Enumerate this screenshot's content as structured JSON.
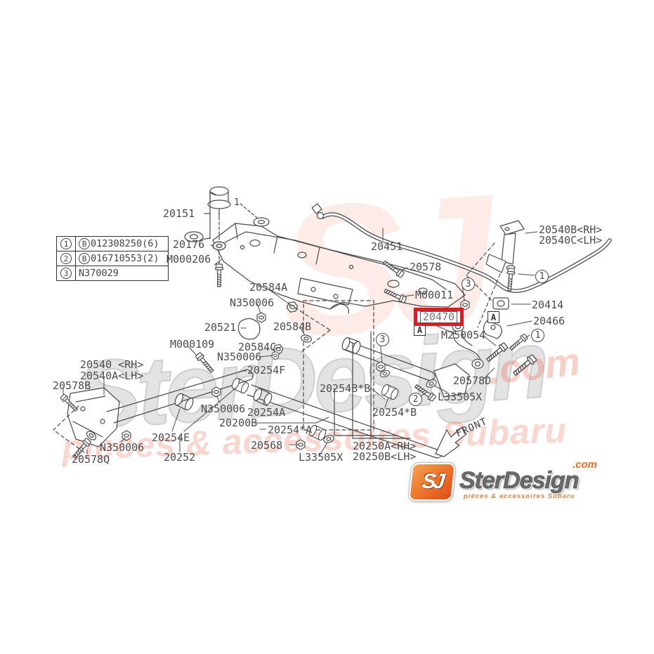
{
  "legend": {
    "rows": [
      {
        "num": "1",
        "prefix": "B",
        "code": "012308250(6)"
      },
      {
        "num": "2",
        "prefix": "B",
        "code": "016710553(2)"
      },
      {
        "num": "3",
        "prefix": "",
        "code": "N370029"
      }
    ]
  },
  "parts": [
    {
      "text": "20151"
    },
    {
      "text": "20176"
    },
    {
      "text": "M000206"
    },
    {
      "text": "20584A"
    },
    {
      "text": "N350006"
    },
    {
      "text": "20521"
    },
    {
      "text": "20584B"
    },
    {
      "text": "20584C"
    },
    {
      "text": "N350006"
    },
    {
      "text": "M000109"
    },
    {
      "text": "20254F"
    },
    {
      "text": "20540 <RH>"
    },
    {
      "text": "20540A<LH>"
    },
    {
      "text": "20578B"
    },
    {
      "text": "N350006"
    },
    {
      "text": "20254A"
    },
    {
      "text": "20200B"
    },
    {
      "text": "20254E"
    },
    {
      "text": "N350006"
    },
    {
      "text": "20578Q"
    },
    {
      "text": "20252"
    },
    {
      "text": "20254*A"
    },
    {
      "text": "20568"
    },
    {
      "text": "L33505X"
    },
    {
      "text": "20250A<RH>"
    },
    {
      "text": "20250B<LH>"
    },
    {
      "text": "20254B*B"
    },
    {
      "text": "20254*B"
    },
    {
      "text": "20578D"
    },
    {
      "text": "L33505X"
    },
    {
      "text": "M250054"
    },
    {
      "text": "M00011"
    },
    {
      "text": "20451"
    },
    {
      "text": "20578"
    },
    {
      "text": "20414"
    },
    {
      "text": "20466"
    },
    {
      "text": "20540B<RH>"
    },
    {
      "text": "20540C<LH>"
    }
  ],
  "markers": {
    "a": "A",
    "c1": "1",
    "c2": "2",
    "c3": "3",
    "plain1": "1"
  },
  "highlight": {
    "part_number": "20470",
    "box_color": "#e11a21"
  },
  "front_label": "FRONT",
  "watermark": {
    "monogram": "SJ",
    "brand": "SterDesign",
    "tld": ".com",
    "tagline": "pieces & accessoires Subaru"
  },
  "logo": {
    "monogram": "SJ",
    "brand": "SterDesign",
    "tld": ".com",
    "tagline": "pièces & accessoires Subaru",
    "orange": "#f26a21"
  }
}
